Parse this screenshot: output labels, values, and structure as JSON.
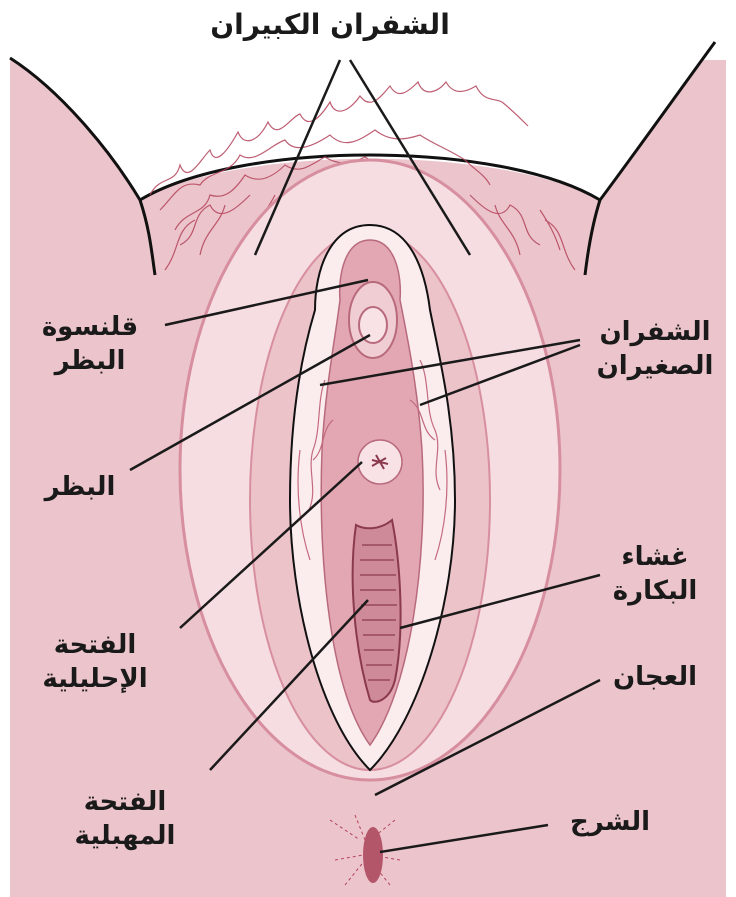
{
  "labels": {
    "labia_majora": "الشفران الكبيران",
    "clitoral_hood": [
      "قلنسوة",
      "البظر"
    ],
    "clitoris": "البظر",
    "urethral_opening": [
      "الفتحة",
      "الإحليلية"
    ],
    "vaginal_opening": [
      "الفتحة",
      "المهبلية"
    ],
    "labia_minora": [
      "الشفران",
      "الصغيران"
    ],
    "hymen": [
      "غشاء",
      "البكارة"
    ],
    "perineum": "العجان",
    "anus": "الشرج"
  },
  "colors": {
    "background": "#ffffff",
    "skin": "#ecc4cb",
    "skin_light": "#f5dde1",
    "labia": "#f8e6e9",
    "inner": "#e2a7b2",
    "deep": "#c57c8c",
    "hair": "#b3435b",
    "outline": "#111111",
    "leader": "#1a1a1a",
    "text": "#1a1a1a"
  }
}
